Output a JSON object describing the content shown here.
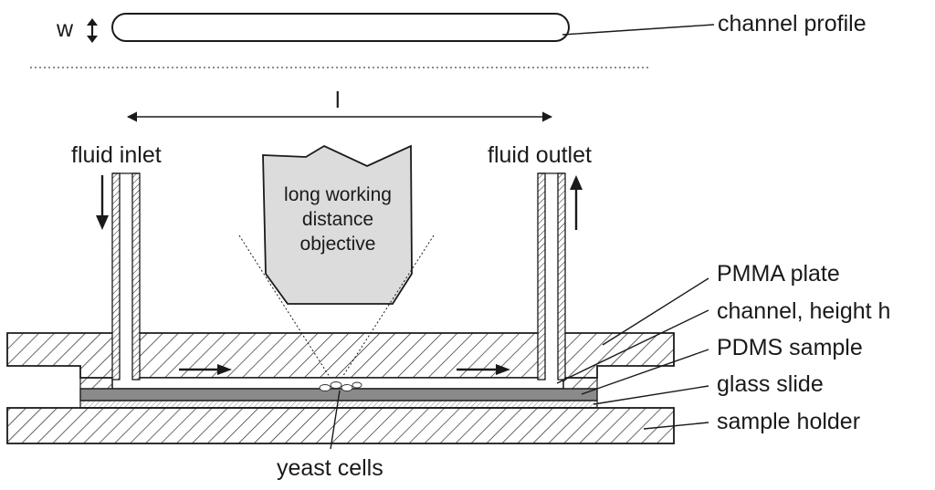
{
  "labels": {
    "width_symbol": "w",
    "length_symbol": "l",
    "channel_profile": "channel profile",
    "fluid_inlet": "fluid inlet",
    "fluid_outlet": "fluid outlet",
    "objective_line1": "long working",
    "objective_line2": "distance",
    "objective_line3": "objective",
    "pmma_plate": "PMMA plate",
    "channel_height": "channel, height h",
    "pdms_sample": "PDMS sample",
    "glass_slide": "glass slide",
    "sample_holder": "sample holder",
    "yeast_cells": "yeast cells"
  },
  "colors": {
    "stroke": "#1a1a1a",
    "objective_fill": "#dcdcdc",
    "pdms_fill": "#8a8a8a",
    "glass_fill": "#d8d8d8",
    "background": "#ffffff"
  }
}
